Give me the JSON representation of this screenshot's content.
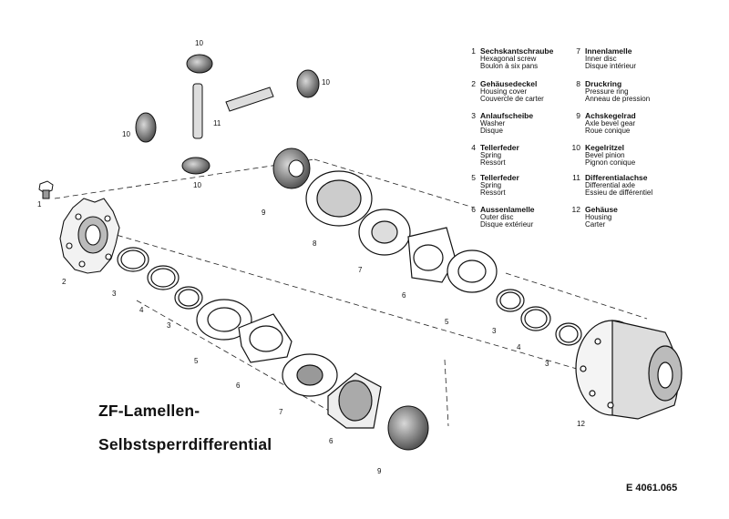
{
  "title": {
    "line1": "ZF-Lamellen-",
    "line2": "Selbstsperrdifferential"
  },
  "document_number": "E 4061.065",
  "legend": [
    {
      "num": "1",
      "de": "Sechskantschraube",
      "en": "Hexagonal screw",
      "fr": "Boulon à six pans"
    },
    {
      "num": "2",
      "de": "Gehäusedeckel",
      "en": "Housing cover",
      "fr": "Couvercle de carter"
    },
    {
      "num": "3",
      "de": "Anlaufscheibe",
      "en": "Washer",
      "fr": "Disque"
    },
    {
      "num": "4",
      "de": "Tellerfeder",
      "en": "Spring",
      "fr": "Ressort"
    },
    {
      "num": "5",
      "de": "Tellerfeder",
      "en": "Spring",
      "fr": "Ressort"
    },
    {
      "num": "6",
      "de": "Aussenlamelle",
      "en": "Outer disc",
      "fr": "Disque extérieur"
    },
    {
      "num": "7",
      "de": "Innenlamelle",
      "en": "Inner disc",
      "fr": "Disque intérieur"
    },
    {
      "num": "8",
      "de": "Druckring",
      "en": "Pressure ring",
      "fr": "Anneau de pression"
    },
    {
      "num": "9",
      "de": "Achskegelrad",
      "en": "Axle bevel gear",
      "fr": "Roue conique"
    },
    {
      "num": "10",
      "de": "Kegelritzel",
      "en": "Bevel pinion",
      "fr": "Pignon conique"
    },
    {
      "num": "11",
      "de": "Differentialachse",
      "en": "Differential axle",
      "fr": "Essieu de différentiel"
    },
    {
      "num": "12",
      "de": "Gehäuse",
      "en": "Housing",
      "fr": "Carter"
    }
  ],
  "part_labels": [
    {
      "id": "p1",
      "text": "1"
    },
    {
      "id": "p2",
      "text": "2"
    },
    {
      "id": "p3a",
      "text": "3"
    },
    {
      "id": "p3b",
      "text": "3"
    },
    {
      "id": "p3c",
      "text": "3"
    },
    {
      "id": "p3d",
      "text": "3"
    },
    {
      "id": "p4a",
      "text": "4"
    },
    {
      "id": "p4b",
      "text": "4"
    },
    {
      "id": "p5a",
      "text": "5"
    },
    {
      "id": "p5b",
      "text": "5"
    },
    {
      "id": "p6a",
      "text": "6"
    },
    {
      "id": "p6b",
      "text": "6"
    },
    {
      "id": "p6c",
      "text": "6"
    },
    {
      "id": "p7a",
      "text": "7"
    },
    {
      "id": "p7b",
      "text": "7"
    },
    {
      "id": "p8",
      "text": "8"
    },
    {
      "id": "p9a",
      "text": "9"
    },
    {
      "id": "p9b",
      "text": "9"
    },
    {
      "id": "p10a",
      "text": "10"
    },
    {
      "id": "p10b",
      "text": "10"
    },
    {
      "id": "p10c",
      "text": "10"
    },
    {
      "id": "p10d",
      "text": "10"
    },
    {
      "id": "p11",
      "text": "11"
    },
    {
      "id": "p12",
      "text": "12"
    }
  ]
}
